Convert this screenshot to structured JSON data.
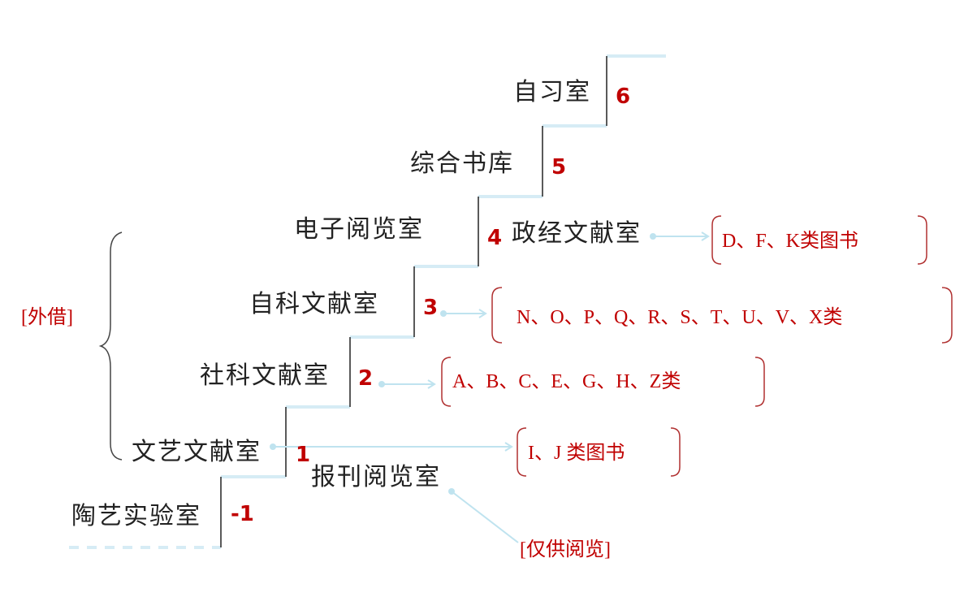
{
  "rooms": {
    "ceramics_lab": "陶艺实验室",
    "literature_art": "文艺文献室",
    "periodicals": "报刊阅览室",
    "social_science": "社科文献室",
    "natural_science": "自科文献室",
    "electronic_reading": "电子阅览室",
    "politics_economics": "政经文献室",
    "general_stacks": "综合书库",
    "study_room": "自习室"
  },
  "floors": {
    "b1": "-1",
    "f1": "1",
    "f2": "2",
    "f3": "3",
    "f4": "4",
    "f5": "5",
    "f6": "6"
  },
  "classes": {
    "f1_literature_art": "I、J 类图书",
    "f2_social_science": "A、B、C、E、G、H、Z类",
    "f3_natural_science": "N、O、P、Q、R、S、T、U、V、X类",
    "f4_politics_economics": "D、F、K类图书"
  },
  "tags": {
    "lending": "[外借]",
    "reading_only": "[仅供阅览]"
  },
  "colors": {
    "accent_red": "#c00000",
    "stair_blue": "#d6ecf5",
    "connector_blue": "#bfe3ef"
  }
}
